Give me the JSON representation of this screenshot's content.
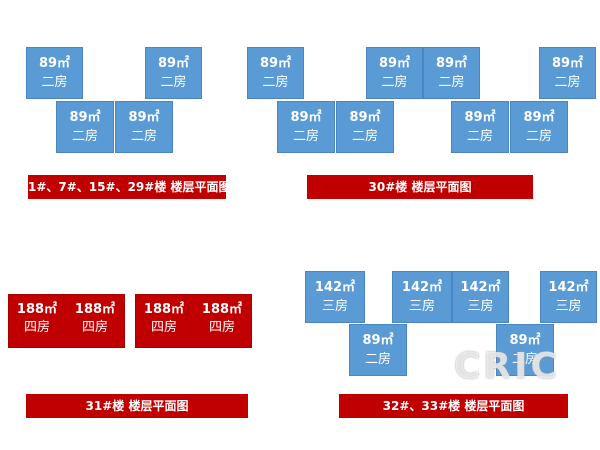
{
  "plans": [
    {
      "units": [
        {
          "area": "89㎡",
          "type": "二房"
        },
        {
          "area": "89㎡",
          "type": "二房"
        },
        {
          "area": "89㎡",
          "type": "二房"
        },
        {
          "area": "89㎡",
          "type": "二房"
        }
      ],
      "label": "1#、7#、15#、29#楼  楼层平面图"
    },
    {
      "units": [
        {
          "area": "89㎡",
          "type": "二房"
        },
        {
          "area": "89㎡",
          "type": "二房"
        },
        {
          "area": "89㎡",
          "type": "二房"
        },
        {
          "area": "89㎡",
          "type": "二房"
        },
        {
          "area": "89㎡",
          "type": "二房"
        },
        {
          "area": "89㎡",
          "type": "二房"
        },
        {
          "area": "89㎡",
          "type": "二房"
        },
        {
          "area": "89㎡",
          "type": "二房"
        }
      ],
      "label": "30#楼  楼层平面图"
    },
    {
      "units": [
        {
          "area": "188㎡",
          "type": "四房"
        },
        {
          "area": "188㎡",
          "type": "四房"
        },
        {
          "area": "188㎡",
          "type": "四房"
        },
        {
          "area": "188㎡",
          "type": "四房"
        }
      ],
      "label": "31#楼  楼层平面图"
    },
    {
      "units": [
        {
          "area": "142㎡",
          "type": "三房"
        },
        {
          "area": "142㎡",
          "type": "三房"
        },
        {
          "area": "142㎡",
          "type": "三房"
        },
        {
          "area": "142㎡",
          "type": "三房"
        },
        {
          "area": "89㎡",
          "type": "二房"
        },
        {
          "area": "89㎡",
          "type": "二房"
        }
      ],
      "label": "32#、33#楼  楼层平面图"
    }
  ],
  "watermark": "CRIC"
}
